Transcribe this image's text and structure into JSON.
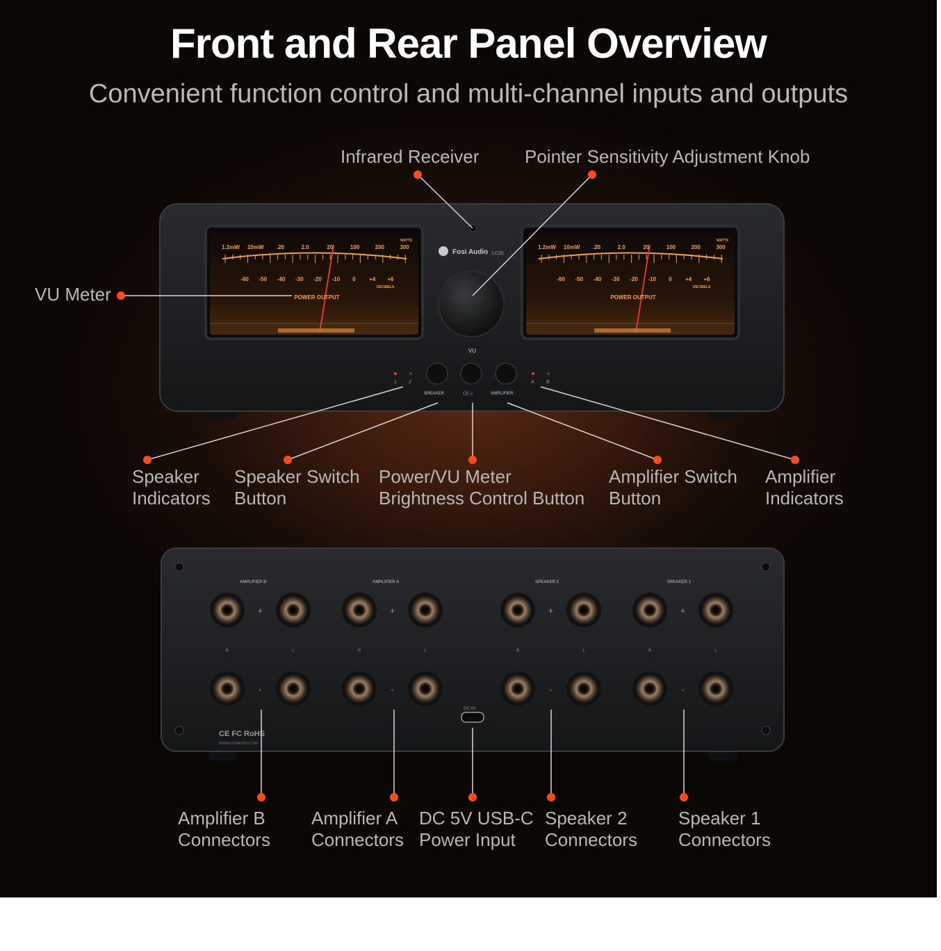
{
  "title": "Front and Rear Panel Overview",
  "subtitle": "Convenient function control and multi-channel inputs and outputs",
  "front_callouts": {
    "infrared": "Infrared Receiver",
    "knob": "Pointer Sensitivity Adjustment Knob",
    "vu_meter": "VU Meter",
    "speaker_indicators": [
      "Speaker",
      "Indicators"
    ],
    "speaker_switch": [
      "Speaker Switch",
      "Button"
    ],
    "power_vu": [
      "Power/VU Meter",
      "Brightness Control Button"
    ],
    "amp_switch": [
      "Amplifier Switch",
      "Button"
    ],
    "amp_indicators": [
      "Amplifier",
      "Indicators"
    ]
  },
  "rear_callouts": {
    "amp_b": [
      "Amplifier B",
      "Connectors"
    ],
    "amp_a": [
      "Amplifier A",
      "Connectors"
    ],
    "dc": [
      "DC 5V USB-C",
      "Power Input"
    ],
    "spk2": [
      "Speaker 2",
      "Connectors"
    ],
    "spk1": [
      "Speaker 1",
      "Connectors"
    ]
  },
  "device": {
    "brand": "Fosi Audio",
    "model": "LC30",
    "meter_top_scale": [
      "1.2mW",
      "10mW",
      ".20",
      "2.0",
      "20",
      "100",
      "200",
      "300"
    ],
    "meter_bottom_scale": [
      "-60",
      "-50",
      "-40",
      "-30",
      "-20",
      "-10",
      "0",
      "+4",
      "+6"
    ],
    "meter_watts": "WATTS",
    "meter_decibels": "DECIBELS",
    "meter_caption": "POWER  OUTPUT",
    "vu_label": "VU",
    "speaker_label": "SPEAKER",
    "power_label": "⏻/☼",
    "amplifier_label": "AMPLIFIER",
    "ind_1": "1",
    "ind_2": "2",
    "ind_a": "A",
    "ind_b": "B",
    "rear_groups": [
      "AMPLIFIER  B",
      "AMPLIFIER  A",
      "SPEAKER 2",
      "SPEAKER 1"
    ],
    "plus": "+",
    "minus": "-",
    "r": "R",
    "l": "L",
    "dc_label": "DC 5V",
    "cert": "CE FC RoHS",
    "website": "WWW.FOSIAUDIO.COM"
  },
  "colors": {
    "accent": "#ff4a1c",
    "meter_amber": "#f3a340",
    "panel": "#1d1e20"
  }
}
